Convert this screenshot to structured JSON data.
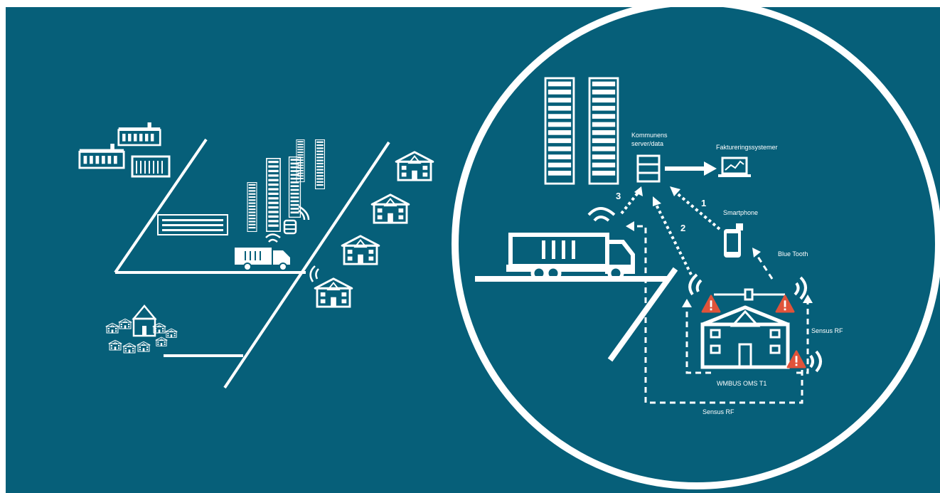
{
  "colors": {
    "background": "#065f79",
    "foreground": "#ffffff",
    "alert": "#e0533a"
  },
  "labels": {
    "communal_server": [
      "Kommunens",
      "server/data"
    ],
    "billing_system": "Faktureringssystemer",
    "smartphone": "Smartphone",
    "bluetooth": "Blue Tooth",
    "sensor_right": "Sensus RF",
    "sensor_bottom": "Sensus RF",
    "wmbus": "WMBUS OMS T1",
    "step_1": "1",
    "step_2": "2",
    "step_3": "3"
  },
  "icons": {
    "server": "server-rack-icon",
    "laptop": "laptop-chart-icon",
    "phone": "smartphone-icon",
    "truck": "garbage-truck-icon",
    "house": "house-icon",
    "factory": "factory-icon",
    "warning": "warning-triangle-icon",
    "signal": "wireless-signal-icon",
    "database": "database-icon"
  }
}
